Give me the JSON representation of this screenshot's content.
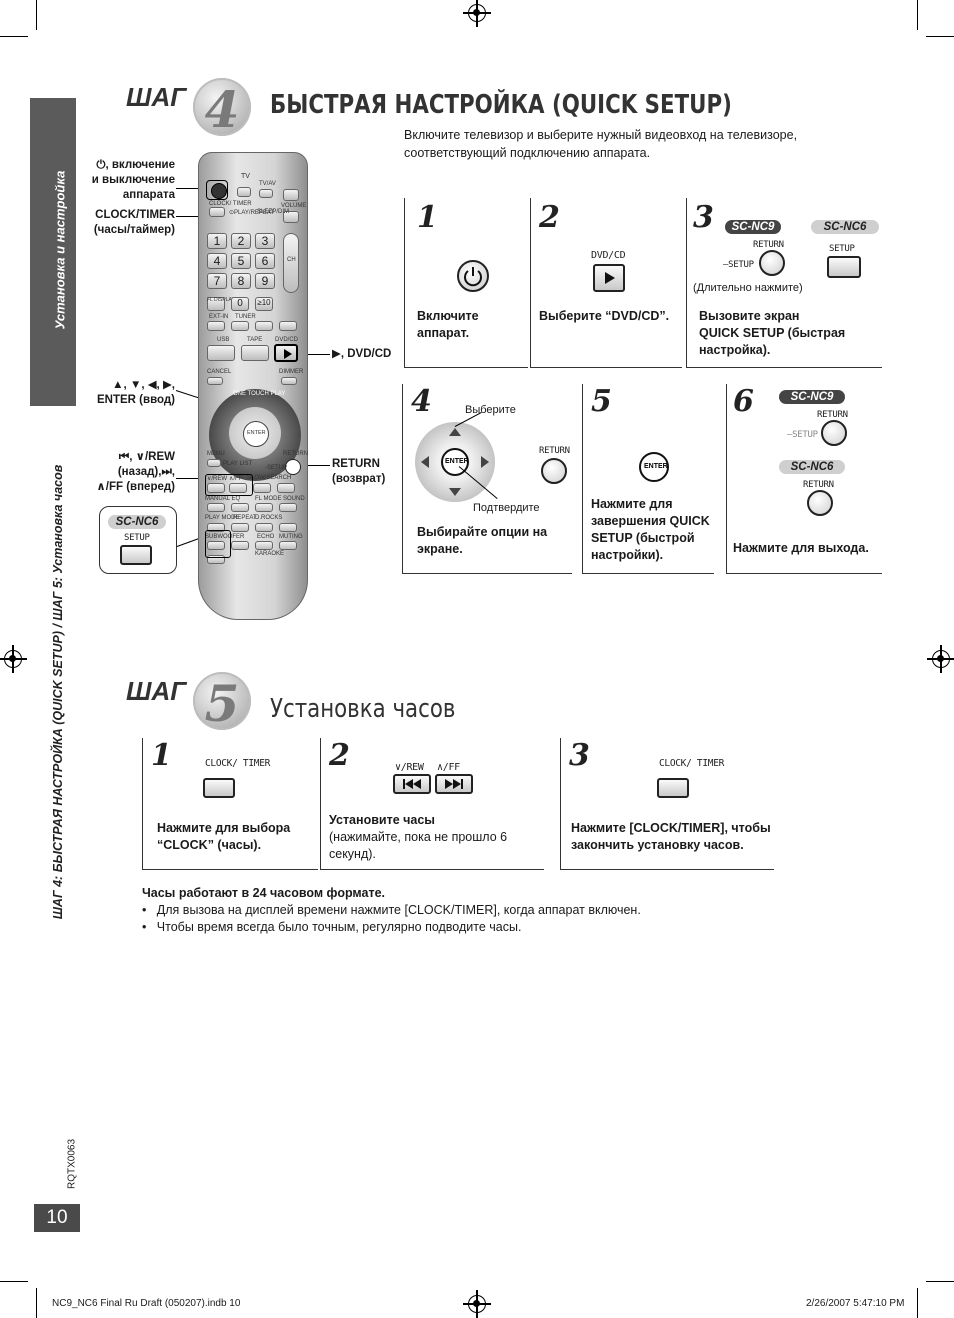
{
  "side_tab": {
    "upper": "Установка и настройка",
    "lower": "ШАГ 4: БЫСТРАЯ НАСТРОЙКА (QUICK SETUP) / ШАГ 5: Установка часов"
  },
  "step4": {
    "word": "ШАГ",
    "number": "4",
    "title": "БЫСТРАЯ НАСТРОЙКА (QUICK SETUP)",
    "intro_line1": "Включите телевизор и выберите нужный видеовход на телевизоре,",
    "intro_line2": "соответствующий подключению аппарата.",
    "boxes": [
      {
        "num": "1",
        "line1": "Включите",
        "line2": "аппарат."
      },
      {
        "num": "2",
        "label": "DVD/CD",
        "line1": "Выберите “DVD/CD”."
      },
      {
        "num": "3",
        "tag9": "SC-NC9",
        "tag6": "SC-NC6",
        "return_label": "RETURN",
        "setup_prefix": "–SETUP",
        "setup_label": "SETUP",
        "note": "(Длительно нажмите)",
        "line1": "Вызовите экран",
        "line2": "QUICK SETUP (быстрая",
        "line3": "настройка)."
      },
      {
        "num": "4",
        "select_label": "Выберите",
        "confirm_label": "Подтвердите",
        "enter_label": "ENTER",
        "return_label": "RETURN",
        "line1": "Выбирайте опции на",
        "line2": "экране."
      },
      {
        "num": "5",
        "enter_label": "ENTER",
        "line1": "Нажмите для",
        "line2": "завершения QUICK",
        "line3": "SETUP (быстрой",
        "line4": "настройки)."
      },
      {
        "num": "6",
        "tag9": "SC-NC9",
        "tag6": "SC-NC6",
        "return_label": "RETURN",
        "setup_prefix": "–SETUP",
        "line1": "Нажмите для выхода."
      }
    ]
  },
  "remote_callouts": {
    "power_1": "⏻, включение",
    "power_2": "и выключение",
    "power_3": "аппарата",
    "clock_1": "CLOCK/TIMER",
    "clock_2": "(часы/таймер)",
    "arrows_1": "▲, ▼, ◀, ▶,",
    "arrows_2": "ENTER (ввод)",
    "rew_1": "⏮, ∨/REW",
    "rew_2": "(назад),⏭,",
    "rew_3": "∧/FF (вперед)",
    "nc6_tag": "SC-NC6",
    "setup_label": "SETUP",
    "play_dvd": "▶, DVD/CD",
    "return_1": "RETURN",
    "return_2": "(возврат)"
  },
  "remote_labels": {
    "tv": "TV",
    "tvav": "TV/AV",
    "volume": "VOLUME",
    "ch": "CH",
    "clock_timer": "CLOCK/ TIMER",
    "play_repeat": "⊙PLAY/REPEAT",
    "sleep": "SLEEP/DIM",
    "digits": [
      "1",
      "2",
      "3",
      "4",
      "5",
      "6",
      "7",
      "8",
      "9"
    ],
    "zero": "0",
    "ten": "≥10",
    "fl_display": "FL DISPLAY",
    "ext_in": "EXT-IN",
    "tuner": "TUNER",
    "usb": "USB",
    "tape": "TAPE",
    "dvd_cd": "DVD/CD",
    "cancel": "CANCEL",
    "dimmer": "DIMMER",
    "one_touch": "ONE TOUCH PLAY",
    "menu": "MENU",
    "play_list": "PLAY LIST",
    "return": "RETURN",
    "setup": "-SETUP",
    "enter": "ENTER",
    "slow_search": "SLOW/SEARCH",
    "rew": "∨/REW",
    "ff": "∧/FF",
    "manual_eq": "MANUAL EQ",
    "sound": "SOUND",
    "fl_mode": "FL MODE",
    "play_mode": "PLAY MODE",
    "repeat": "REPEAT",
    "d_rocks": "D.ROCKS",
    "subwoofer": "SUBWOOFER",
    "echo": "ECHO",
    "muting": "MUTING",
    "karaoke": "KARAOKE"
  },
  "step5": {
    "word": "ШАГ",
    "number": "5",
    "title": "Установка часов",
    "boxes": [
      {
        "num": "1",
        "btn_label": "CLOCK/ TIMER",
        "line1": "Нажмите для выбора",
        "line2": "“CLOCK” (часы)."
      },
      {
        "num": "2",
        "rew_label": "∨/REW",
        "ff_label": "∧/FF",
        "line1": "Установите часы",
        "line2": "(нажимайте, пока не прошло 6",
        "line3": "секунд)."
      },
      {
        "num": "3",
        "btn_label": "CLOCK/ TIMER",
        "line1": "Нажмите [CLOCK/TIMER], чтобы",
        "line2": "закончить установку часов."
      }
    ],
    "note_title": "Часы работают в 24 часовом формате.",
    "bullets": [
      "Для вызова на дисплей времени нажмите [CLOCK/TIMER], когда аппарат включен.",
      "Чтобы время всегда было точным, регулярно подводите часы."
    ]
  },
  "footer": {
    "doc_code": "RQTX0063",
    "page_number": "10",
    "file_info": "NC9_NC6 Final Ru Draft (050207).indb   10",
    "date": "2/26/2007   5:47:10 PM"
  }
}
